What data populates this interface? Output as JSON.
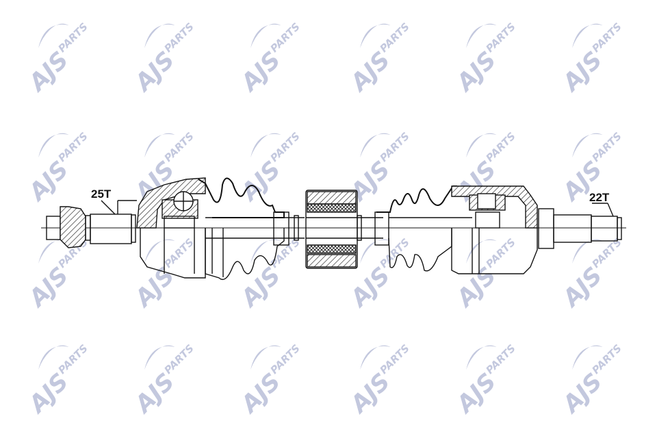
{
  "watermark": {
    "brand": "AJS",
    "sub": "PARTS",
    "color": "#c3c8de"
  },
  "labels": {
    "left_spline": "25T",
    "right_spline": "22T"
  },
  "colors": {
    "line": "#111111",
    "background": "#ffffff"
  }
}
